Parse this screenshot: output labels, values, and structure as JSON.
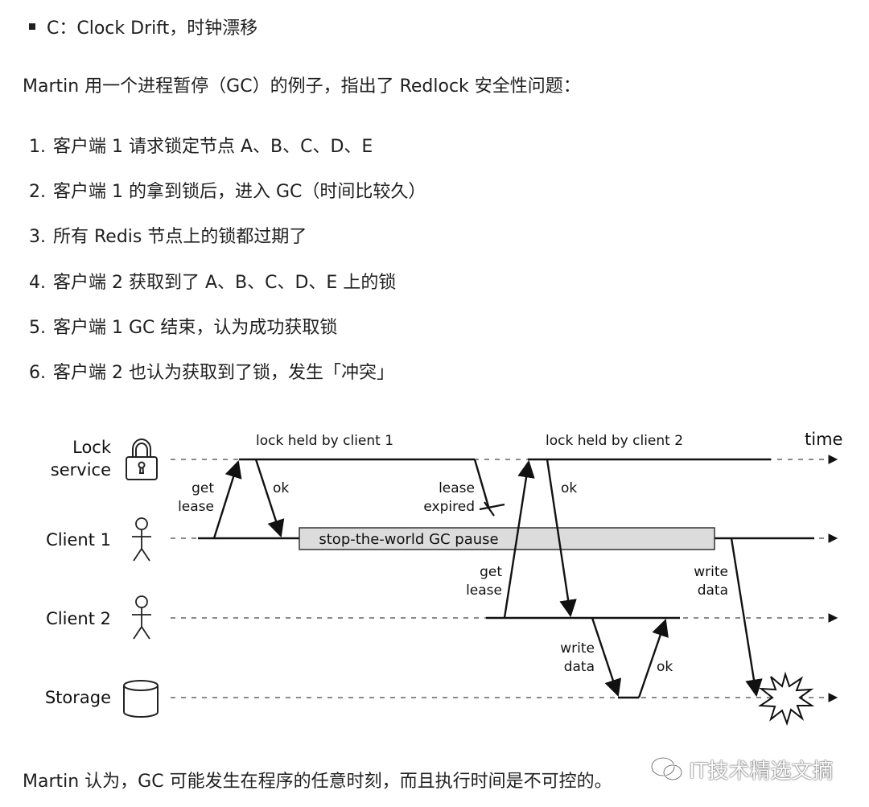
{
  "bullet": {
    "text": "C：Clock Drift，时钟漂移"
  },
  "intro": {
    "text": "Martin 用一个进程暂停（GC）的例子，指出了 Redlock 安全性问题："
  },
  "steps": [
    {
      "num": "1.",
      "text": "客户端 1 请求锁定节点 A、B、C、D、E"
    },
    {
      "num": "2.",
      "text": "客户端 1 的拿到锁后，进入 GC（时间比较久）"
    },
    {
      "num": "3.",
      "text": "所有 Redis 节点上的锁都过期了"
    },
    {
      "num": "4.",
      "text": "客户端 2 获取到了 A、B、C、D、E 上的锁"
    },
    {
      "num": "5.",
      "text": "客户端 1 GC 结束，认为成功获取锁"
    },
    {
      "num": "6.",
      "text": "客户端 2 也认为获取到了锁，发生「冲突」"
    }
  ],
  "diagram": {
    "lanes": {
      "lock_service_line1": "Lock",
      "lock_service_line2": "service",
      "client1": "Client 1",
      "client2": "Client 2",
      "storage": "Storage"
    },
    "labels": {
      "time": "time",
      "held1": "lock held by client 1",
      "held2": "lock held by client 2",
      "get1_a": "get",
      "get1_b": "lease",
      "ok1": "ok",
      "lease_a": "lease",
      "lease_b": "expired",
      "gc": "stop-the-world GC pause",
      "get2_a": "get",
      "get2_b": "lease",
      "ok2": "ok",
      "write1_a": "write",
      "write1_b": "data",
      "ok3": "ok",
      "write2_a": "write",
      "write2_b": "data"
    },
    "icons": {
      "lock": "padlock-icon",
      "client1": "person-icon",
      "client2": "person-icon",
      "storage": "database-cylinder-icon",
      "conflict": "explosion-icon"
    },
    "colors": {
      "line": "#111111",
      "gc_fill": "#dcdcdc"
    }
  },
  "conclusion": {
    "text": "Martin 认为，GC 可能发生在程序的任意时刻，而且执行时间是不可控的。"
  },
  "watermark": {
    "icon": "wechat-icon",
    "text": "IT技术精选文摘"
  }
}
